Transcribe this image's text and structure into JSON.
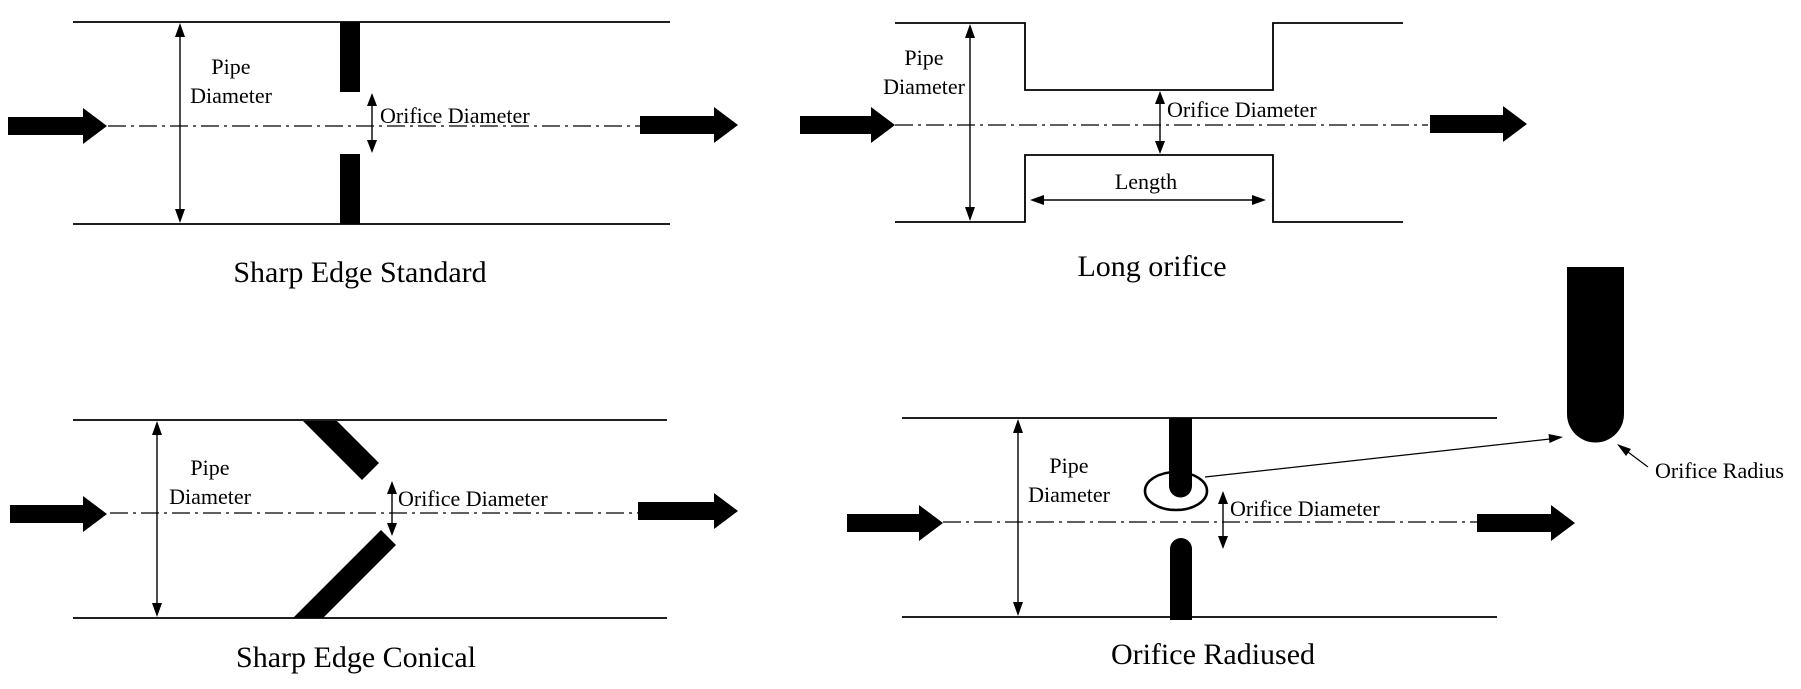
{
  "background": "#ffffff",
  "ink_color": "#000000",
  "diagrams": [
    {
      "title": "Sharp Edge Standard",
      "pipe_label": "Pipe\nDiameter",
      "orifice_label": "Orifice Diameter"
    },
    {
      "title": "Long orifice",
      "pipe_label": "Pipe\nDiameter",
      "orifice_label": "Orifice Diameter",
      "length_label": "Length"
    },
    {
      "title": "Sharp Edge Conical",
      "pipe_label": "Pipe\nDiameter",
      "orifice_label": "Orifice Diameter"
    },
    {
      "title": "Orifice Radiused",
      "pipe_label": "Pipe\nDiameter",
      "orifice_label": "Orifice Diameter",
      "radius_label": "Orifice Radius"
    }
  ]
}
